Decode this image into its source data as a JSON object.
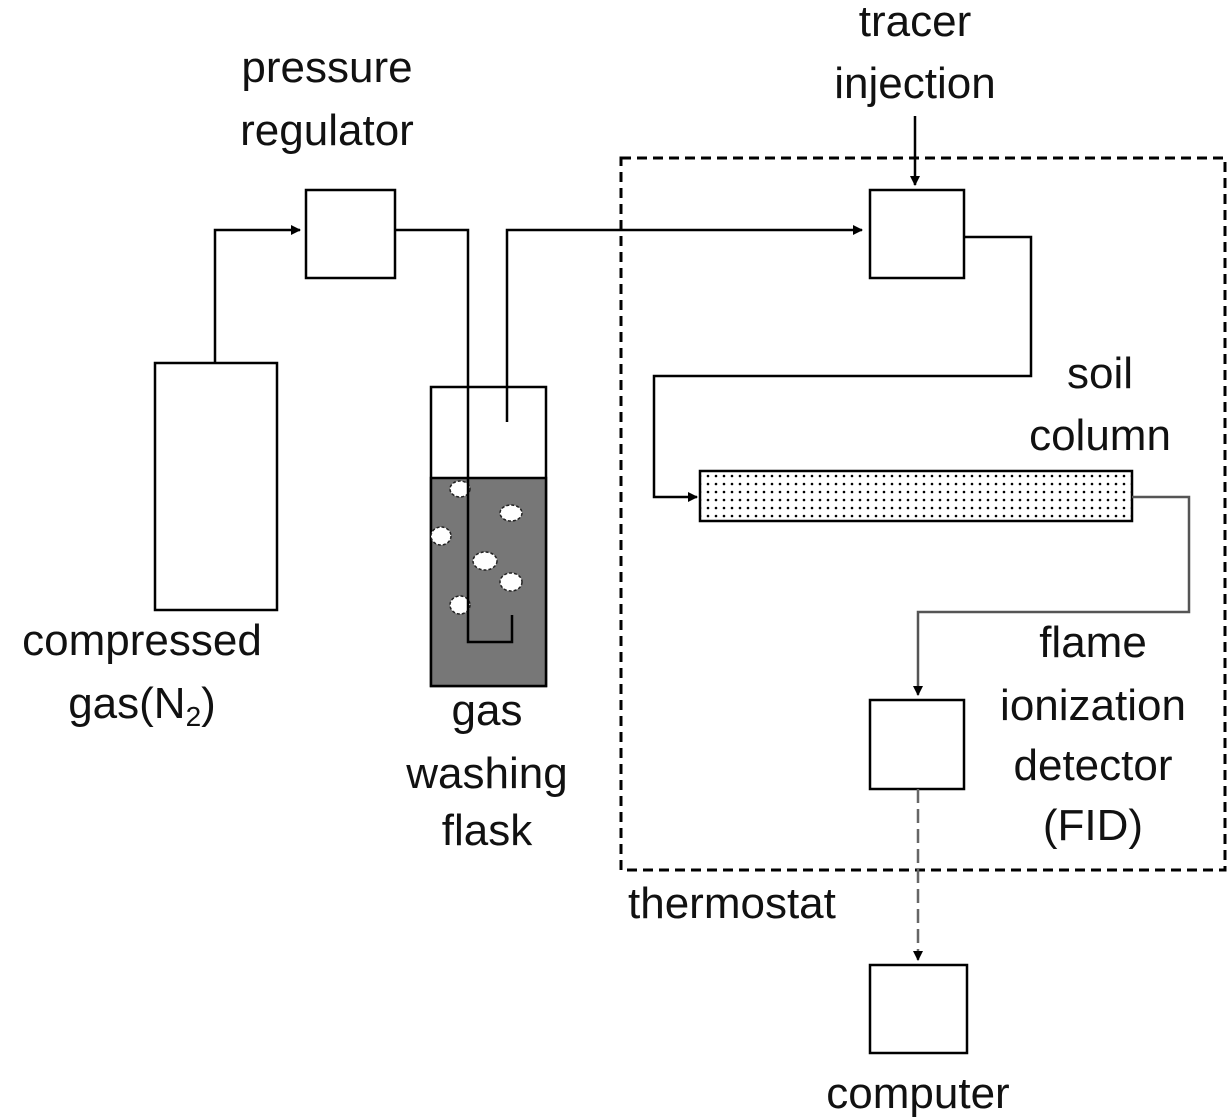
{
  "labels": {
    "pressure_regulator": [
      "pressure",
      "regulator"
    ],
    "tracer_injection": [
      "tracer",
      "injection"
    ],
    "soil_column": [
      "soil",
      "column"
    ],
    "compressed_gas": {
      "line1": "compressed",
      "line2_prefix": "gas(N",
      "subscript": "2",
      "line2_suffix": ")"
    },
    "gas_washing_flask": [
      "gas",
      "washing",
      "flask"
    ],
    "fid": [
      "flame",
      "ionization",
      "detector",
      "(FID)"
    ],
    "thermostat": "thermostat",
    "computer": "computer"
  },
  "colors": {
    "liquid": "#777777",
    "line": "#000000",
    "signal_line": "#666666"
  }
}
